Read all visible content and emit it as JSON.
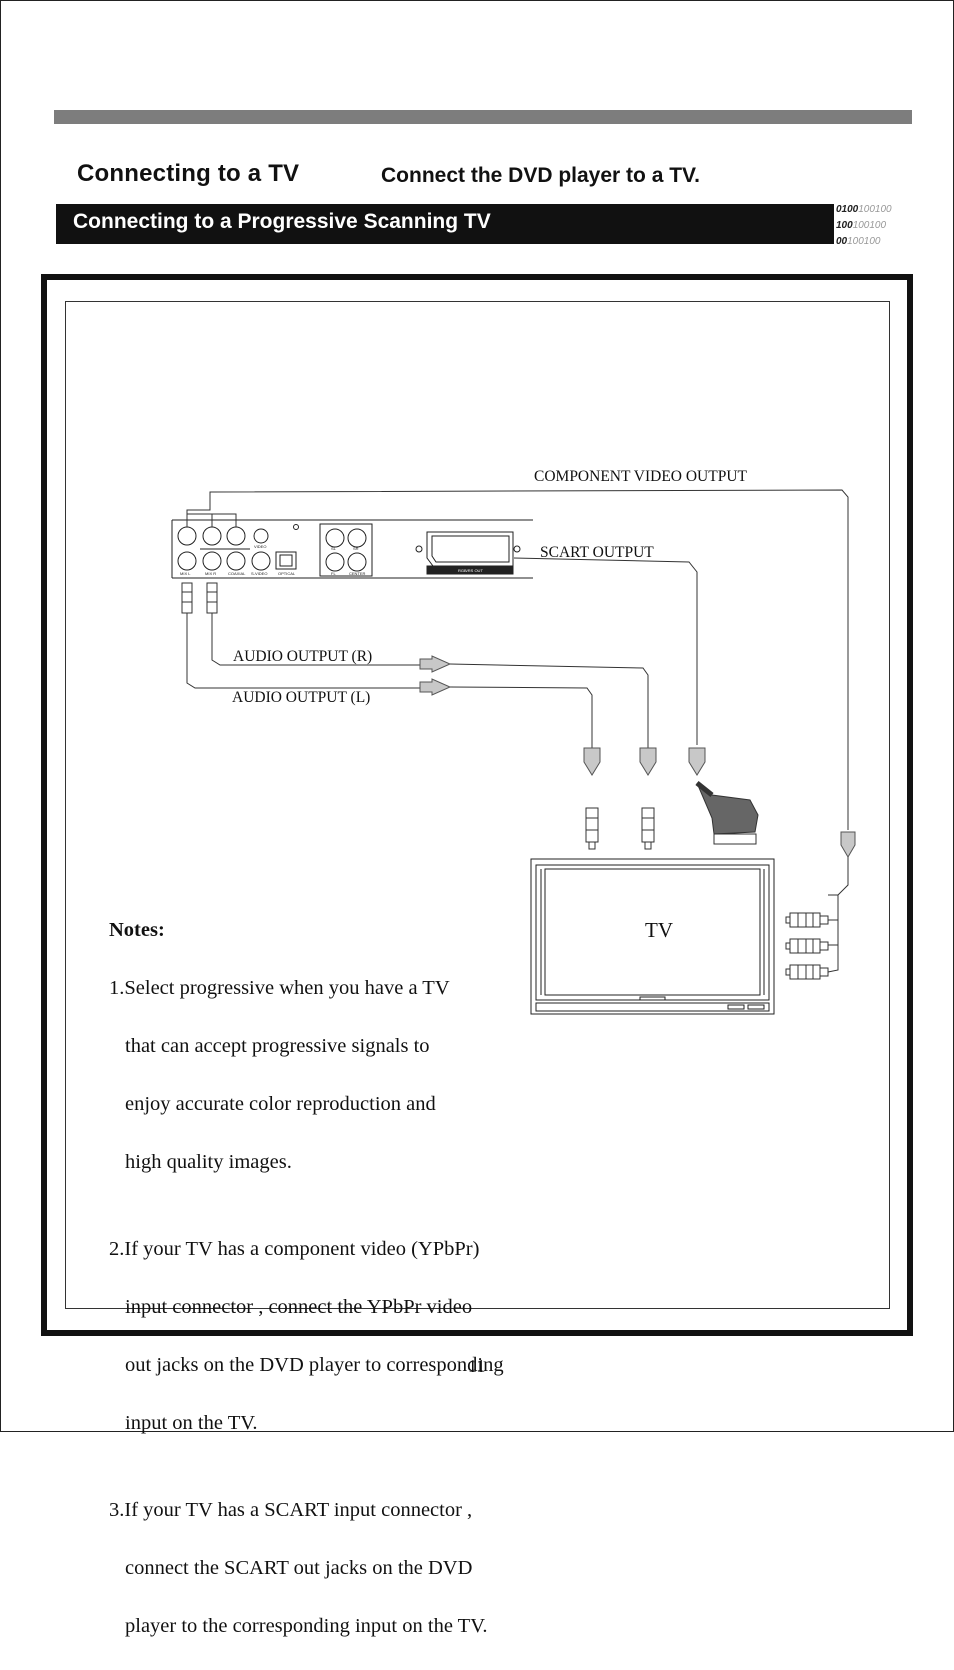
{
  "header": {
    "title": "Connecting to a TV",
    "subtitle": "Connect the DVD player to a TV.",
    "section_title": "Connecting to a Progressive Scanning TV",
    "binary_lines": [
      {
        "dark": "0100",
        "light": "100100"
      },
      {
        "dark": "100",
        "light": "100100"
      },
      {
        "dark": "00",
        "light": "100100"
      }
    ]
  },
  "diagram": {
    "labels": {
      "component": "COMPONENT VIDEO OUTPUT",
      "scart": "SCART OUTPUT",
      "audio_r": "AUDIO OUTPUT (R)",
      "audio_l": "AUDIO OUTPUT (L)",
      "tv": "TV"
    },
    "panel_labels": [
      "MIX L",
      "MIX R",
      "COAXIAL",
      "S-VIDEO",
      "OPTICAL",
      "VIDEO",
      "FL",
      "CENTER",
      "SL",
      "SR",
      "RGB/RS OUT"
    ]
  },
  "notes": {
    "heading": "Notes:",
    "items": [
      [
        "1.Select progressive when you have a TV",
        "that can accept progressive signals  to",
        "enjoy accurate color reproduction and",
        "high quality images."
      ],
      [
        "2.If your TV has a component video (YPbPr)",
        "input connector , connect the YPbPr video",
        "out jacks on the DVD player to corresponding",
        "input on the TV."
      ],
      [
        "3.If your TV has a SCART input connector ,",
        "connect the SCART out jacks on the DVD",
        "player to the corresponding input on  the TV."
      ]
    ]
  },
  "page_number": "11"
}
